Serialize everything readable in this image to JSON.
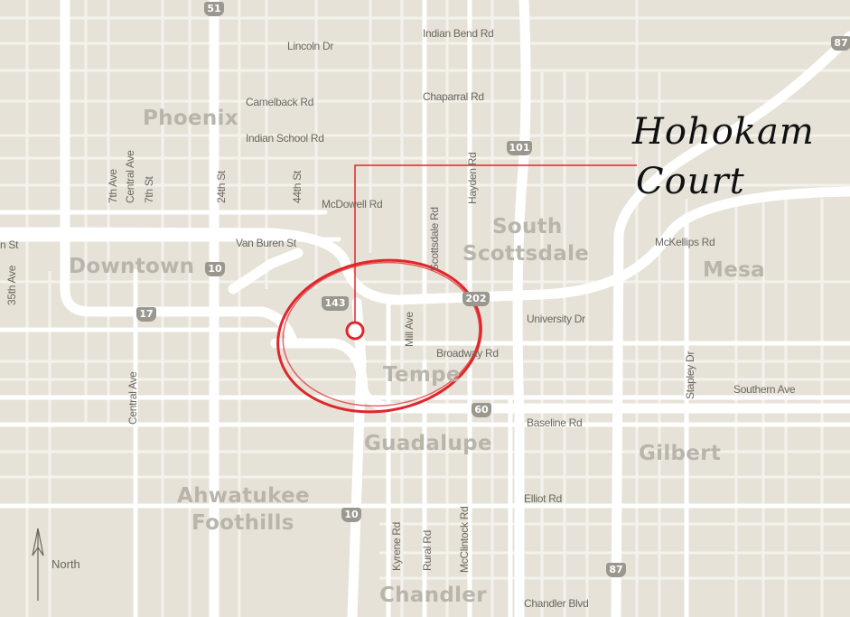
{
  "map": {
    "callout": {
      "line1": "Hohokam",
      "line2": "Court",
      "line_color": "#e0262b"
    },
    "compass": {
      "label": "North",
      "icon": "north-arrow-icon"
    },
    "colors": {
      "background": "#e6e2d8",
      "roads": "#ffffff",
      "highway_shield": "#9a978f",
      "highlight": "#e0262b",
      "city_labels": "#b9b5ab"
    },
    "cities": [
      "Phoenix",
      "Downtown",
      "South",
      "Scottsdale",
      "Mesa",
      "Tempe",
      "Guadalupe",
      "Gilbert",
      "Ahwatukee",
      "Foothills",
      "Chandler"
    ],
    "streets": [
      "Indian Bend Rd",
      "Lincoln Dr",
      "Camelback Rd",
      "Chaparral Rd",
      "Indian School Rd",
      "McDowell Rd",
      "Van Buren St",
      "McKellips Rd",
      "University Dr",
      "Broadway Rd",
      "Southern Ave",
      "Baseline Rd",
      "Elliot Rd",
      "Chandler Blvd",
      "7th Ave",
      "Central Ave",
      "7th St",
      "24th St",
      "44th St",
      "Hayden Rd",
      "Scottsdale Rd",
      "Mill Ave",
      "35th Ave",
      "Central Ave",
      "Stapley Dr",
      "Kyrene Rd",
      "Rural Rd",
      "McClintock Rd",
      "n St"
    ],
    "highways": [
      "51",
      "101",
      "10",
      "143",
      "202",
      "17",
      "60",
      "10",
      "87",
      "87"
    ]
  }
}
